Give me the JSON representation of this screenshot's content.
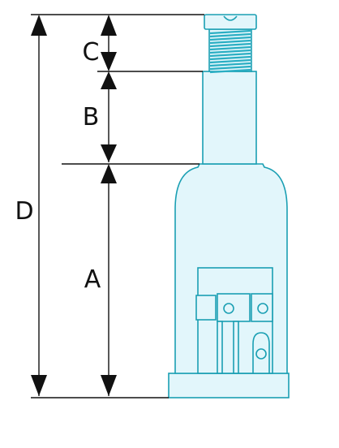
{
  "diagram": {
    "labels": {
      "a": "A",
      "b": "B",
      "c": "C",
      "d": "D"
    },
    "colors": {
      "jack_fill": "#e2f6fb",
      "jack_stroke": "#1a9fb3",
      "thread": "#2aaec3",
      "dimension": "#111111"
    }
  }
}
